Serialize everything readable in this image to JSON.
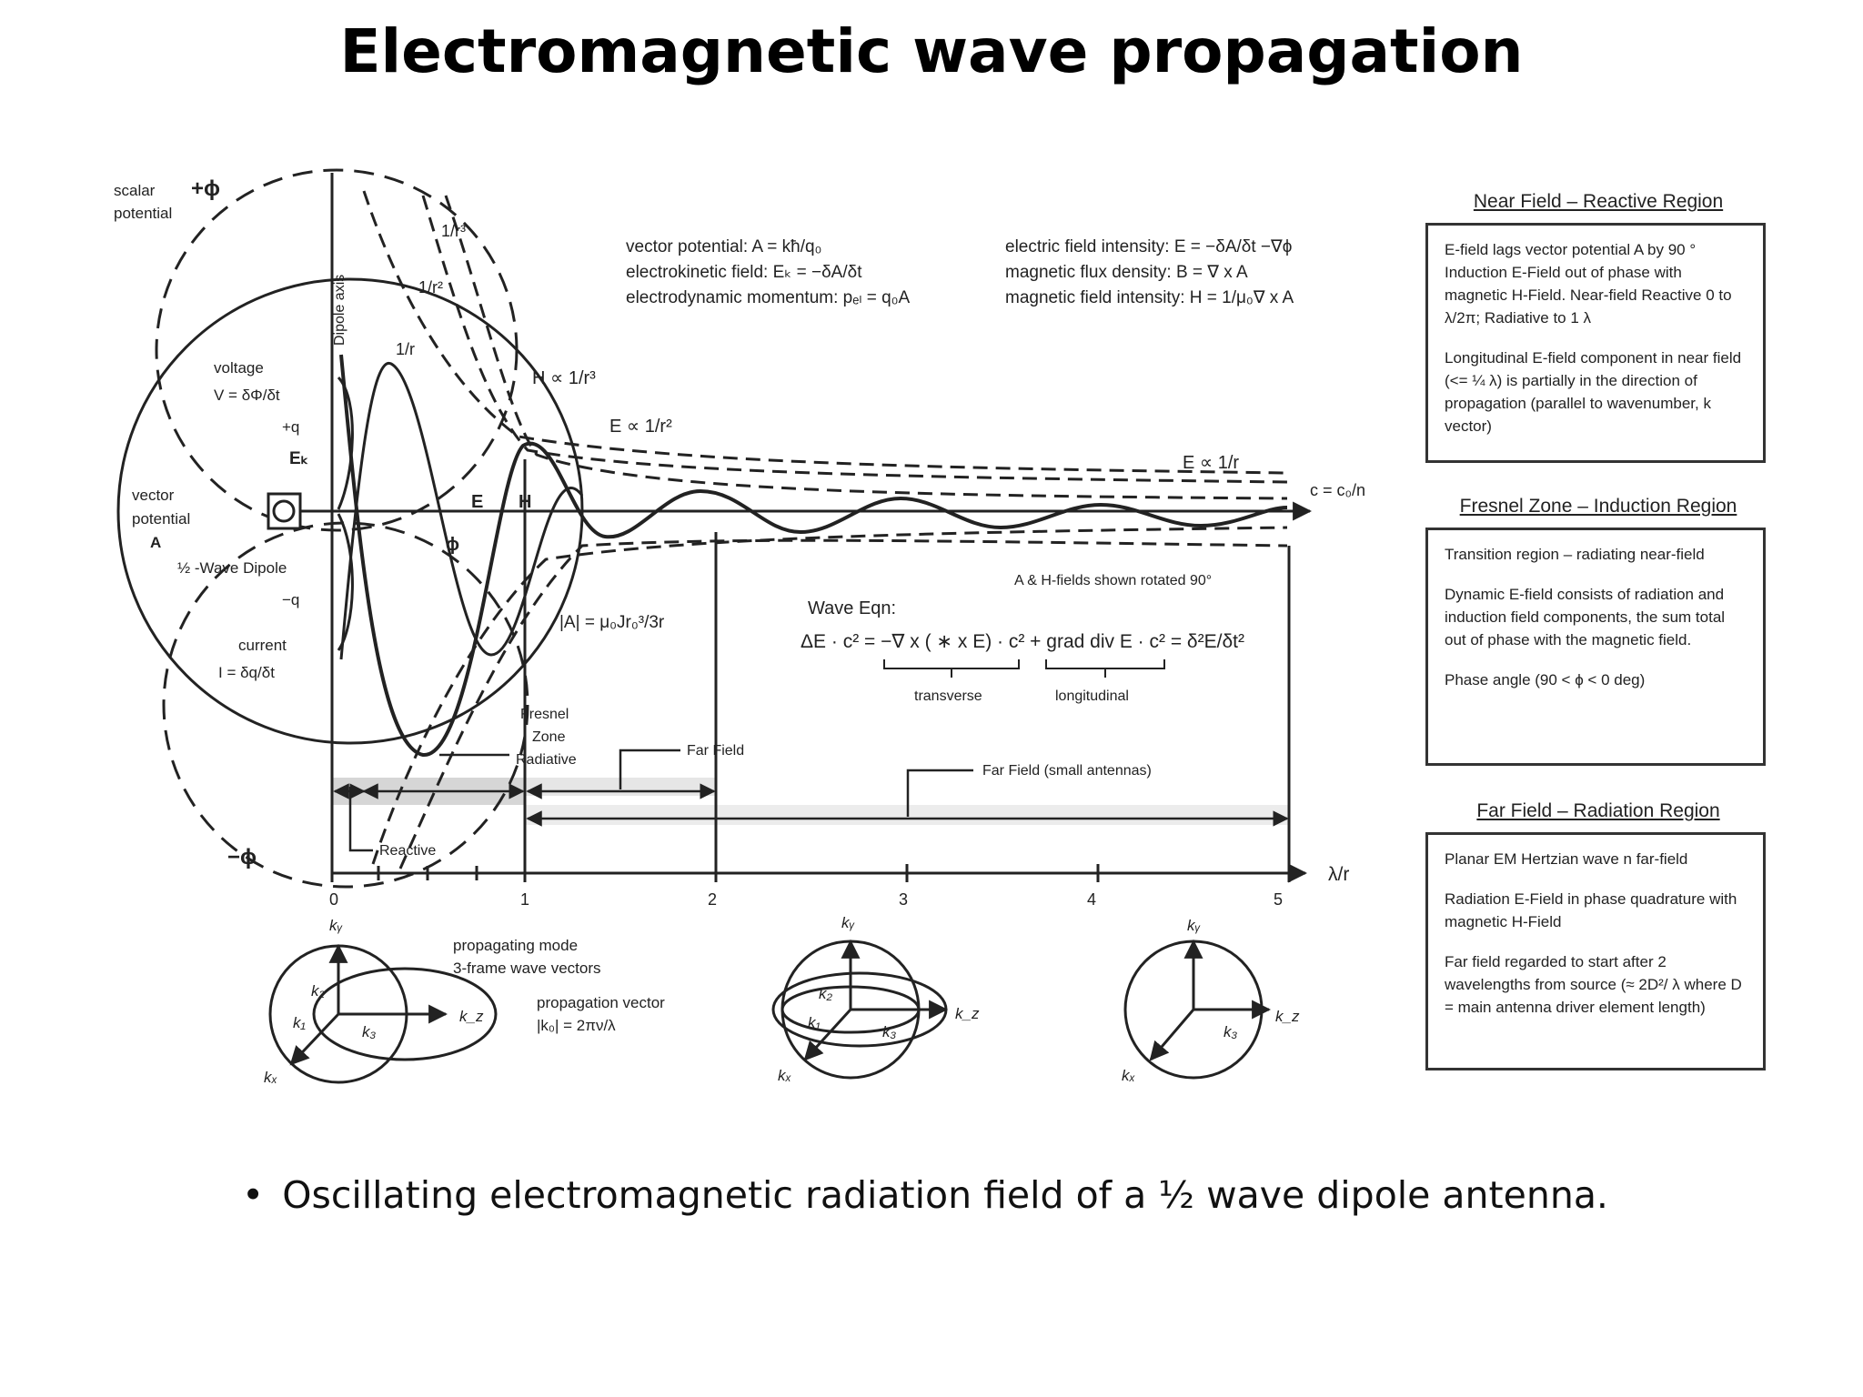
{
  "title": "Electromagnetic wave propagation",
  "diagram": {
    "scalar_potential": [
      "scalar",
      "potential"
    ],
    "plus_phi": "+ϕ",
    "minus_phi": "−ϕ",
    "dipole_axis": "Dipole axis",
    "inv_r3": "1/r³",
    "inv_r2": "1/r²",
    "inv_r": "1/r",
    "voltage": [
      "voltage",
      "V = δΦ/δt",
      "+q"
    ],
    "ek": "Eₖ",
    "vector_potential": [
      "vector",
      "potential",
      "A"
    ],
    "half_wave_dipole": "½ -Wave Dipole",
    "minus_q": "−q",
    "current": [
      "current",
      "I = δq/δt"
    ],
    "h_prop": "H ∝ 1/r³",
    "e_prop_r2": "E ∝ 1/r²",
    "e_prop_r": "E ∝ 1/r",
    "c_label": "c = c₀/n",
    "e_label": "E",
    "h_label": "H",
    "phi_label": "ϕ",
    "a_magnitude": "|A| = μ₀Jr₀³/3r",
    "equations_left": [
      "vector potential:  A = kħ/q₀",
      "electrokinetic field:  Eₖ = −δA/δt",
      "electrodynamic momentum:  pₑₗ = q₀A"
    ],
    "equations_right": [
      "electric field intensity:  E = −δA/δt −∇ϕ",
      "magnetic flux density:  B = ∇ x  A",
      "magnetic field intensity:  H = 1/μ₀∇ x A"
    ],
    "rotated_note": "A & H-fields shown rotated 90°",
    "wave_eqn_label": "Wave Eqn:",
    "wave_eqn": "ΔE · c² = −∇ x ( ∗ x E) · c² + grad div E · c² = δ²E/δt²",
    "transverse": "transverse",
    "longitudinal": "longitudinal",
    "fresnel": [
      "Fresnel",
      "Zone",
      "Radiative"
    ],
    "far_field": "Far Field",
    "far_field_small": "Far Field (small antennas)",
    "reactive": "Reactive",
    "axis_label": "λ/r",
    "ticks": [
      "0",
      "1",
      "2",
      "3",
      "4",
      "5"
    ],
    "propagating_mode": [
      "propagating mode",
      "3-frame wave vectors"
    ],
    "propagation_vector": [
      "propagation vector",
      "|k₀| = 2πν/λ"
    ],
    "k": {
      "ky": "kᵧ",
      "kx": "kₓ",
      "kz": "k_z",
      "k1": "k₁",
      "k2": "k₂",
      "k3": "k₃"
    }
  },
  "panels": [
    {
      "heading": "Near Field – Reactive Region",
      "paragraphs": [
        "E-field lags vector potential A by 90 ° Induction E-Field out of phase with magnetic H-Field.   Near-field Reactive 0 to λ/2π; Radiative to 1 λ",
        "Longitudinal E-field component in near field (<= ¼ λ) is partially in the direction of propagation (parallel to wavenumber, k vector)"
      ]
    },
    {
      "heading": "Fresnel Zone – Induction Region",
      "paragraphs": [
        "Transition region – radiating near-field",
        "Dynamic E-field consists of  radiation and induction field components, the sum total out of phase with the magnetic field.",
        "Phase angle (90 < ϕ < 0 deg)"
      ]
    },
    {
      "heading": "Far Field – Radiation Region",
      "paragraphs": [
        "Planar EM Hertzian wave n far-field",
        "Radiation E-Field in phase quadrature with magnetic H-Field",
        "Far field regarded to start after 2 wavelengths from source (≈ 2D²/ λ where D = main antenna driver element length)"
      ]
    }
  ],
  "caption": {
    "bullet": "•",
    "text": "Oscillating electromagnetic radiation field of a ½ wave dipole antenna."
  }
}
